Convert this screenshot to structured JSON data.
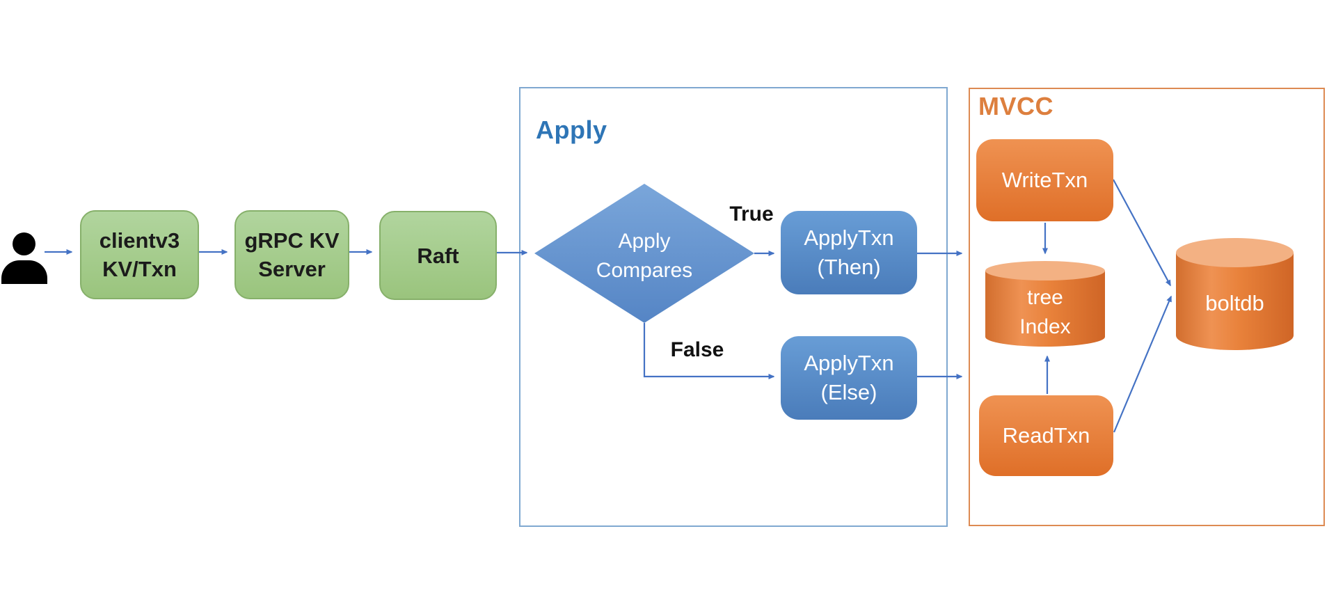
{
  "colors": {
    "arrow": "#4472c4",
    "green_node_fill_top": "#b1d59e",
    "green_node_fill_bottom": "#9ac47d",
    "green_node_border": "#86b06a",
    "blue_shape_fill_top": "#7aa6da",
    "blue_shape_fill_bottom": "#5585c5",
    "blue_node_fill_top": "#689dd6",
    "blue_node_fill_bottom": "#4a7cba",
    "orange_node_fill_top": "#ef9252",
    "orange_node_fill_bottom": "#df6f28",
    "cylinder_lid_fill": "#f3b183",
    "apply_frame_border": "#7fa8d0",
    "apply_title_color": "#2e75b6",
    "mvcc_frame_border": "#dd8a52",
    "mvcc_title_color": "#dd7f3e",
    "dark_text": "#1b1b1b",
    "light_text": "#ffffff"
  },
  "user": {
    "icon": "person-icon"
  },
  "pipeline": {
    "client": {
      "line1": "clientv3",
      "line2": "KV/Txn"
    },
    "grpc": {
      "line1": "gRPC KV",
      "line2": "Server"
    },
    "raft": {
      "label": "Raft"
    }
  },
  "apply_group": {
    "title": "Apply",
    "decision": {
      "line1": "Apply",
      "line2": "Compares"
    },
    "true_label": "True",
    "false_label": "False",
    "then_box": {
      "line1": "ApplyTxn",
      "line2": "(Then)"
    },
    "else_box": {
      "line1": "ApplyTxn",
      "line2": "(Else)"
    }
  },
  "mvcc_group": {
    "title": "MVCC",
    "write_txn": {
      "label": "WriteTxn"
    },
    "tree_index": {
      "line1": "tree",
      "line2": "Index"
    },
    "read_txn": {
      "label": "ReadTxn"
    },
    "boltdb": {
      "label": "boltdb"
    }
  }
}
